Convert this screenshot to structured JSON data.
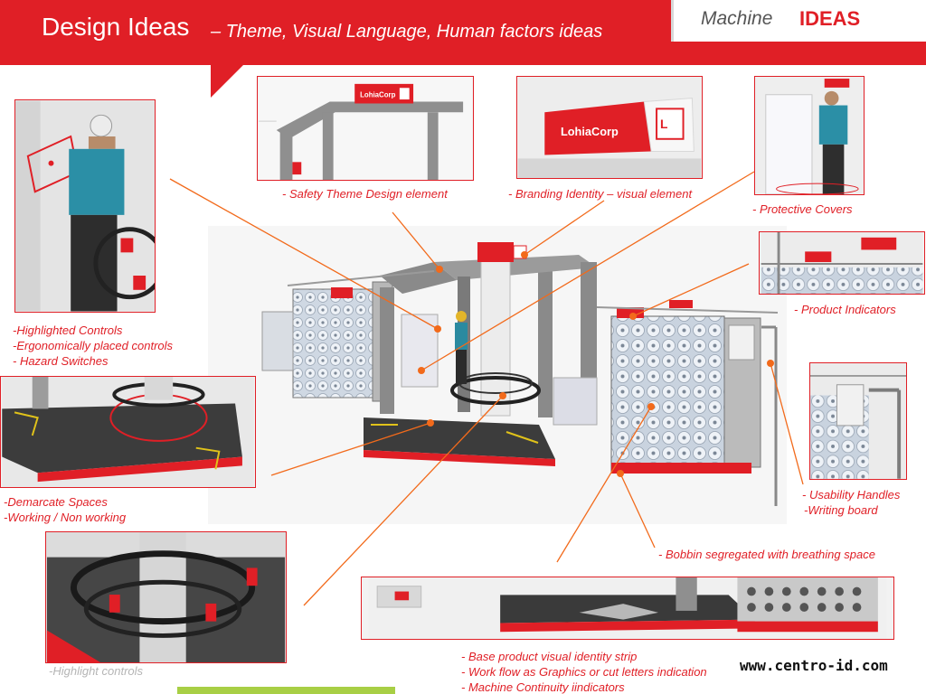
{
  "header": {
    "title": "Design Ideas",
    "subtitle": "– Theme, Visual Language, Human factors ideas",
    "badge_prefix": "Machine",
    "badge_highlight": "IDEAS"
  },
  "callouts": {
    "safety_theme": "- Safety Theme Design element",
    "branding": "- Branding Identity – visual element",
    "protective_covers": "- Protective Covers",
    "product_indicators": "- Product Indicators",
    "highlighted_controls": "-Highlighted Controls",
    "ergonomic_controls": "-Ergonomically placed controls",
    "hazard_switches": "- Hazard Switches",
    "demarcate_spaces": "-Demarcate Spaces",
    "working_non_working": "-Working / Non working",
    "usability_handles": "- Usability Handles",
    "writing_board": "-Writing board",
    "bobbin_segregated": "- Bobbin segregated  with breathing space",
    "highlight_controls": "-Highlight controls",
    "base_identity_strip": "- Base product visual identity strip",
    "work_flow": "- Work flow as Graphics or cut letters indication",
    "machine_continuity": "- Machine Continuity iindicators"
  },
  "brand": {
    "logo_text": "LohiaCorp",
    "logo_text_small": "LohiaCorp"
  },
  "footer": {
    "url": "www.centro-id.com"
  },
  "colors": {
    "accent_red": "#e01f26",
    "callout_orange": "#f26a1b",
    "frame_grey": "#8a8a8a",
    "bobbin_blue": "#dfe7f1",
    "floor_dark": "#3c3c3c",
    "accent_green": "#a8cf45"
  }
}
